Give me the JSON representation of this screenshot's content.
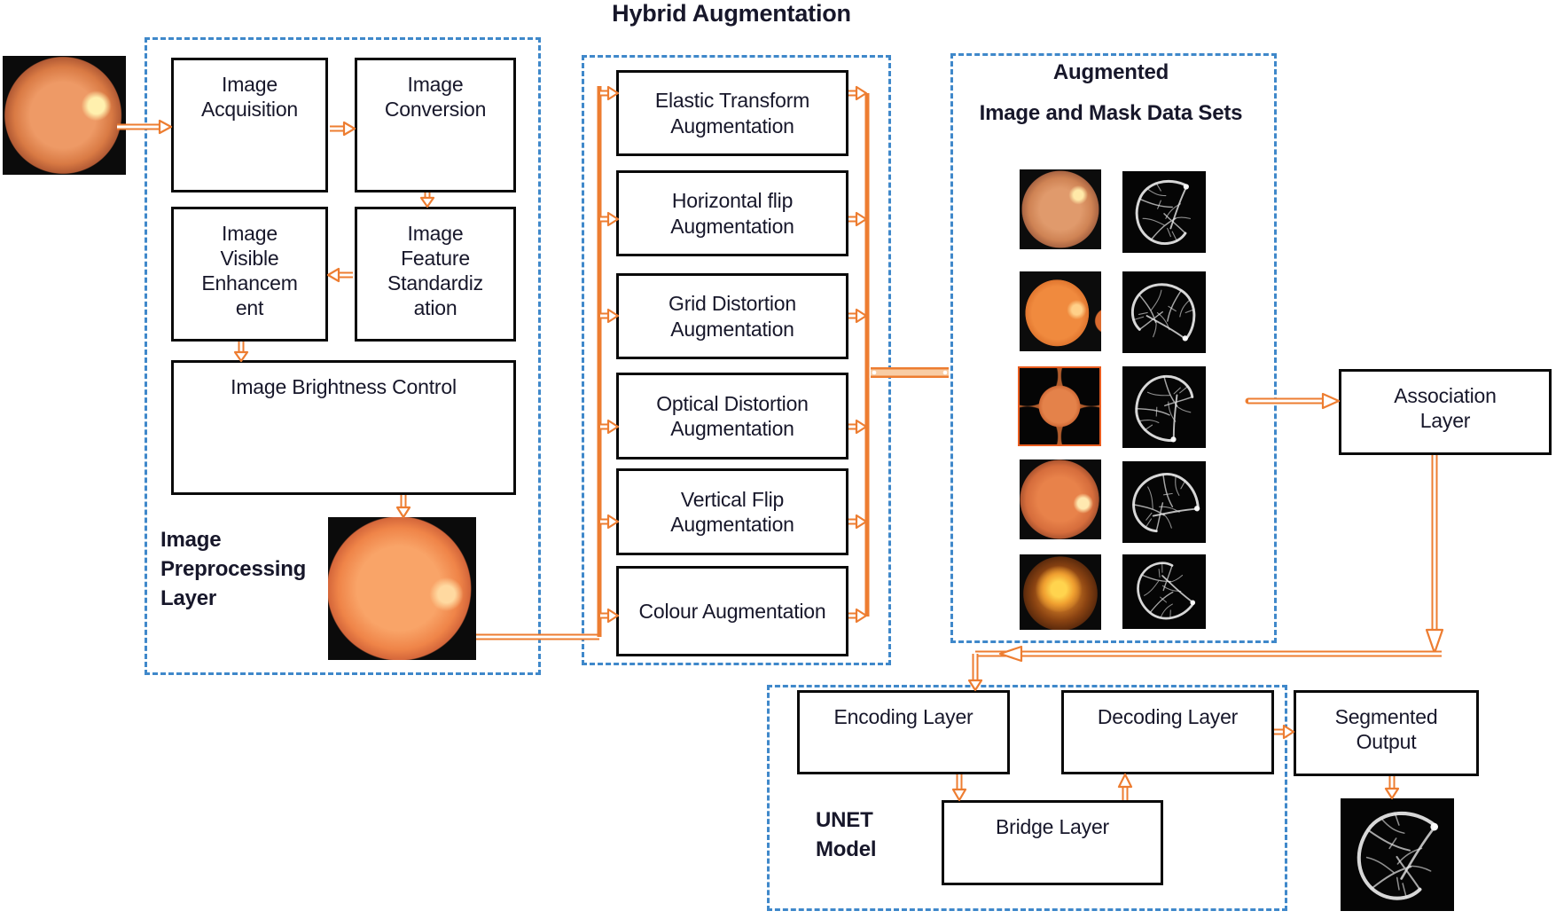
{
  "title": "Hybrid Augmentation",
  "colors": {
    "arrow_orange": "#ED7D31",
    "arrow_fill_light": "#F8CDA5",
    "dashed_blue": "#3F88CA",
    "box_border": "#0A0A0A",
    "text_dark": "#17172A",
    "mask_background": "#050505"
  },
  "preprocessing_layer": {
    "label": "Image Preprocessing Layer",
    "boxes": {
      "acquisition": "Image Acquisition",
      "conversion": "Image Conversion",
      "visible_enhancement": "Image Visible Enhancement",
      "feature_standardization": "Image Feature Standardization",
      "brightness_control": "Image Brightness Control"
    },
    "input_image": "retinal-fundus-photo",
    "output_image": "preprocessed-fundus-photo"
  },
  "hybrid_augmentation": {
    "boxes": [
      "Elastic Transform Augmentation",
      "Horizontal flip Augmentation",
      "Grid Distortion Augmentation",
      "Optical Distortion Augmentation",
      "Vertical Flip Augmentation",
      "Colour Augmentation"
    ]
  },
  "augmented_datasets": {
    "title_line1": "Augmented",
    "title_line2": "Image and Mask Data Sets",
    "pairs": [
      {
        "image": "augmented-fundus-1",
        "mask": "vessel-mask-1"
      },
      {
        "image": "augmented-fundus-2-flipped",
        "mask": "vessel-mask-2"
      },
      {
        "image": "augmented-fundus-3-distorted",
        "mask": "vessel-mask-3"
      },
      {
        "image": "augmented-fundus-4",
        "mask": "vessel-mask-4"
      },
      {
        "image": "augmented-fundus-5-colour",
        "mask": "vessel-mask-5"
      }
    ]
  },
  "association": {
    "label": "Association Layer"
  },
  "unet_model": {
    "label": "UNET Model",
    "encoding": "Encoding Layer",
    "decoding": "Decoding Layer",
    "bridge": "Bridge Layer",
    "segmented_output": "Segmented Output",
    "output_image": "segmented-vessel-image"
  }
}
